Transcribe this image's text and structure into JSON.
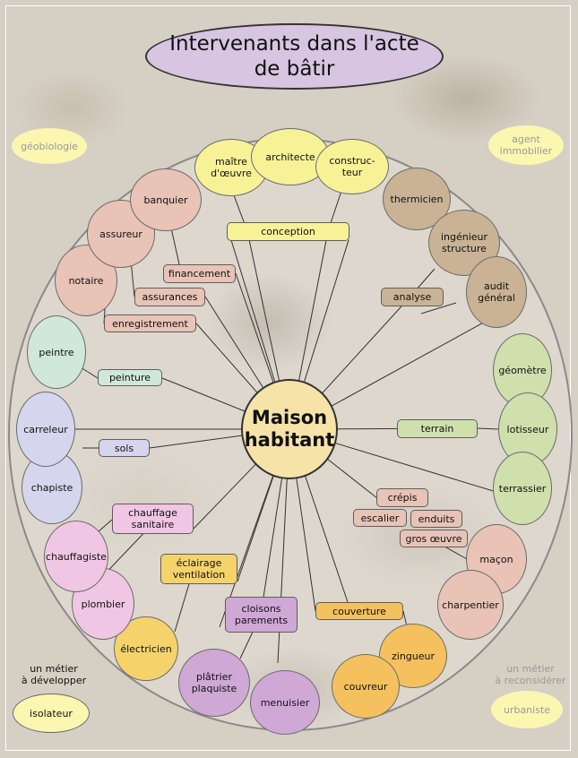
{
  "title": "Intervenants dans l'acte\nde bâtir",
  "center": "Maison\nhabitant",
  "colors": {
    "title": "#d8c5e2",
    "center": "#f6e3a8",
    "yellow": "#f7f296",
    "brown": "#c9b394",
    "green": "#cfe0ac",
    "pink": "#e8c3b6",
    "blue": "#d5d6ee",
    "mint": "#cfe8d8",
    "magenta": "#efc6e3",
    "gold": "#f5d36a",
    "purple": "#cfa8d6",
    "orange": "#f4c15e",
    "outer": "#fbf6b0"
  },
  "trades": [
    {
      "id": "maitre",
      "label": "maître\nd'œuvre",
      "color": "yellow"
    },
    {
      "id": "architecte",
      "label": "architecte",
      "color": "yellow"
    },
    {
      "id": "constructeur",
      "label": "construc-\nteur",
      "color": "yellow"
    },
    {
      "id": "thermicien",
      "label": "thermicien",
      "color": "brown"
    },
    {
      "id": "ingenieur",
      "label": "ingénieur\nstructure",
      "color": "brown"
    },
    {
      "id": "audit",
      "label": "audit\ngénéral",
      "color": "brown"
    },
    {
      "id": "geometre",
      "label": "géomètre",
      "color": "green"
    },
    {
      "id": "lotisseur",
      "label": "lotisseur",
      "color": "green"
    },
    {
      "id": "terrassier",
      "label": "terrassier",
      "color": "green"
    },
    {
      "id": "macon",
      "label": "maçon",
      "color": "pink"
    },
    {
      "id": "charpentier",
      "label": "charpentier",
      "color": "pink"
    },
    {
      "id": "zingueur",
      "label": "zingueur",
      "color": "orange"
    },
    {
      "id": "couvreur",
      "label": "couvreur",
      "color": "orange"
    },
    {
      "id": "menuisier",
      "label": "menuisier",
      "color": "purple"
    },
    {
      "id": "platrier",
      "label": "plâtrier\nplaquiste",
      "color": "purple"
    },
    {
      "id": "electricien",
      "label": "électricien",
      "color": "gold"
    },
    {
      "id": "plombier",
      "label": "plombier",
      "color": "magenta"
    },
    {
      "id": "chauffagiste",
      "label": "chauffagiste",
      "color": "magenta"
    },
    {
      "id": "chapiste",
      "label": "chapiste",
      "color": "blue"
    },
    {
      "id": "carreleur",
      "label": "carreleur",
      "color": "blue"
    },
    {
      "id": "peintre",
      "label": "peintre",
      "color": "mint"
    },
    {
      "id": "notaire",
      "label": "notaire",
      "color": "pink"
    },
    {
      "id": "assureur",
      "label": "assureur",
      "color": "pink"
    },
    {
      "id": "banquier",
      "label": "banquier",
      "color": "pink"
    }
  ],
  "tasks": [
    {
      "id": "conception",
      "label": "conception",
      "color": "yellow"
    },
    {
      "id": "analyse",
      "label": "analyse",
      "color": "brown"
    },
    {
      "id": "terrain",
      "label": "terrain",
      "color": "green"
    },
    {
      "id": "crepis",
      "label": "crépis",
      "color": "pink"
    },
    {
      "id": "escalier",
      "label": "escalier",
      "color": "pink"
    },
    {
      "id": "enduits",
      "label": "enduits",
      "color": "pink"
    },
    {
      "id": "gros",
      "label": "gros œuvre",
      "color": "pink"
    },
    {
      "id": "couverture",
      "label": "couverture",
      "color": "orange"
    },
    {
      "id": "cloisons",
      "label": "cloisons\nparements",
      "color": "purple"
    },
    {
      "id": "eclairage",
      "label": "éclairage\nventilation",
      "color": "gold"
    },
    {
      "id": "chauffage",
      "label": "chauffage\nsanitaire",
      "color": "magenta"
    },
    {
      "id": "sols",
      "label": "sols",
      "color": "blue"
    },
    {
      "id": "peinture",
      "label": "peinture",
      "color": "mint"
    },
    {
      "id": "enregistrement",
      "label": "enregistrement",
      "color": "pink"
    },
    {
      "id": "assurances",
      "label": "assurances",
      "color": "pink"
    },
    {
      "id": "financement",
      "label": "financement",
      "color": "pink"
    }
  ],
  "outer": {
    "geobiologie": "géobiologie",
    "agent": "agent\nimmobilier",
    "urbaniste": "urbaniste",
    "isolateur": "isolateur",
    "develop_note": "un métier\nà développer",
    "reconsider_note": "un métier\nà reconsidérer"
  }
}
